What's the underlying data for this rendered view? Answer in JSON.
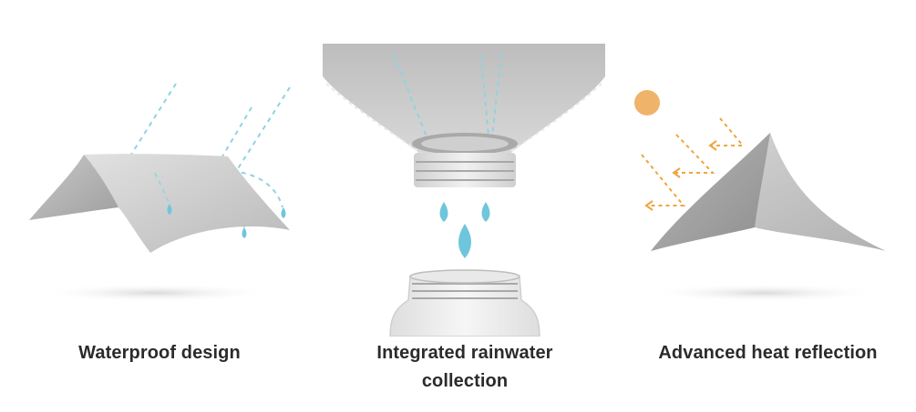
{
  "features": [
    {
      "caption": "Waterproof design",
      "icon": "waterproof-tarp-icon"
    },
    {
      "caption": "Integrated rainwater collection",
      "icon": "rainwater-funnel-icon"
    },
    {
      "caption": "Advanced heat reflection",
      "icon": "heat-reflection-tarp-icon"
    }
  ],
  "colors": {
    "fabric_light": "#d4d4d4",
    "fabric_dark": "#a9a9a9",
    "rain": "#8fd3e2",
    "drop": "#5bbcd6",
    "sun": "#f0b36a",
    "heat": "#f0a540",
    "caption": "#2b2b2b"
  }
}
